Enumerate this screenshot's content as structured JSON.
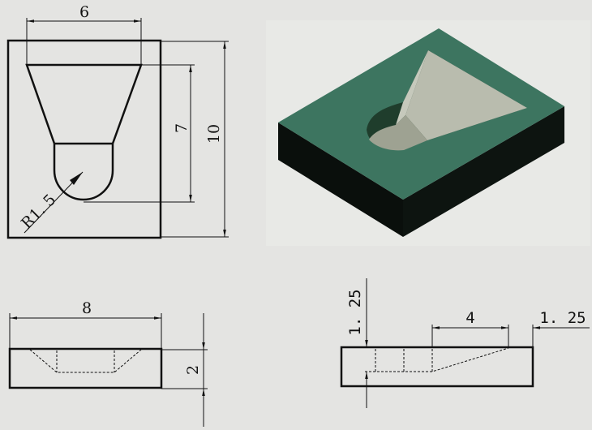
{
  "drawing": {
    "top_view": {
      "dims": {
        "width": "6",
        "depth": "7",
        "length": "10",
        "radius": "R1. 5"
      }
    },
    "front_view": {
      "dims": {
        "length": "8",
        "height": "2"
      }
    },
    "side_view": {
      "dims": {
        "depth": "1. 25",
        "slope": "4",
        "offset": "1. 25"
      }
    },
    "iso_view": {
      "colors": {
        "top": "#3d7560",
        "side": "#0a0f0c",
        "pocket_light": "#b9bcae",
        "pocket_mid": "#9ea292",
        "pocket_dark": "#1f3d2c"
      }
    },
    "colors": {
      "line": "#111111",
      "paper": "#e4e4e2"
    }
  }
}
